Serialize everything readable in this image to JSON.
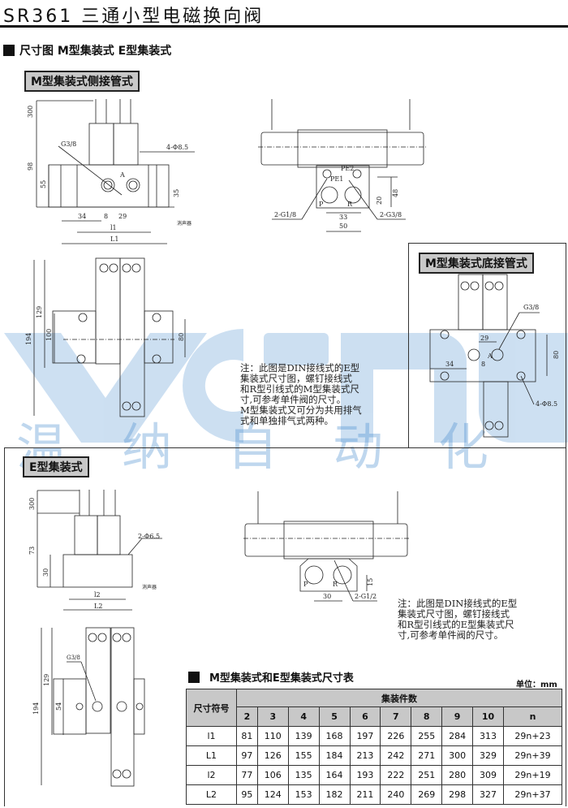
{
  "title": "SR361 三通小型电磁换向阀",
  "section_heading": "尺寸图 M型集装式 E型集装式",
  "labels": {
    "m_side": "M型集装式侧接管式",
    "m_bottom": "M型集装式底接管式",
    "e_type": "E型集装式"
  },
  "watermark": {
    "text": "温纳自动化",
    "color": "#4a8fd0"
  },
  "dims": {
    "d1": {
      "h300": "300",
      "h98": "98",
      "h55": "55",
      "h35": "35",
      "g38": "G3/8",
      "holes": "4-Φ8.5",
      "w34": "34",
      "w8": "8",
      "w29": "29",
      "l1": "l1",
      "L1": "L1",
      "port_a": "A",
      "muffler": "消声器"
    },
    "d2": {
      "pe2": "PE2",
      "pe1": "PE1",
      "p": "P",
      "r": "R",
      "h48": "48",
      "h20": "20",
      "w33": "33",
      "w50": "50",
      "g18": "2-G1/8",
      "g38": "2-G3/8"
    },
    "d3": {
      "h194": "194",
      "h129": "129",
      "h100": "100",
      "h80": "80"
    },
    "d4": {
      "g38": "G3/8",
      "w29": "29",
      "w34": "34",
      "w8": "8",
      "h80": "80",
      "holes": "4-Φ8.5",
      "port_a": "A"
    },
    "e1": {
      "h300": "300",
      "h73": "73",
      "h30": "30",
      "holes": "2-Φ6.5",
      "l2": "l2",
      "L2": "L2",
      "muffler": "消声器"
    },
    "e2": {
      "p": "P",
      "r": "R",
      "h15": "15",
      "w30": "30",
      "g12": "2-G1/2"
    },
    "e3": {
      "g38": "G3/8",
      "h194": "194",
      "h129": "129",
      "h54": "54"
    }
  },
  "note_m": [
    "注：此图是DIN接线式的E型",
    "集装式尺寸图，螺钉接线式",
    "和R型引线式的M型集装式尺",
    "寸,可参考单件阀的尺寸。",
    "M型集装式又可分为共用排气",
    "式和单独排气式两种。"
  ],
  "note_e": [
    "注：此图是DIN接线式的E型",
    "集装式尺寸图，螺钉接线式",
    "和R型引线式的E型集装式尺",
    "寸,可参考单件阀的尺寸。"
  ],
  "table": {
    "title": "M型集装式和E型集装式尺寸表",
    "unit": "单位：mm",
    "symbol_header": "尺寸符号",
    "count_header": "集装件数",
    "columns": [
      "2",
      "3",
      "4",
      "5",
      "6",
      "7",
      "8",
      "9",
      "10",
      "n"
    ],
    "rows": [
      {
        "symbol": "l1",
        "values": [
          "81",
          "110",
          "139",
          "168",
          "197",
          "226",
          "255",
          "284",
          "313",
          "29n+23"
        ]
      },
      {
        "symbol": "L1",
        "values": [
          "97",
          "126",
          "155",
          "184",
          "213",
          "242",
          "271",
          "300",
          "329",
          "29n+39"
        ]
      },
      {
        "symbol": "l2",
        "values": [
          "77",
          "106",
          "135",
          "164",
          "193",
          "222",
          "251",
          "280",
          "309",
          "29n+19"
        ]
      },
      {
        "symbol": "L2",
        "values": [
          "95",
          "124",
          "153",
          "182",
          "211",
          "240",
          "269",
          "298",
          "327",
          "29n+37"
        ]
      }
    ]
  }
}
